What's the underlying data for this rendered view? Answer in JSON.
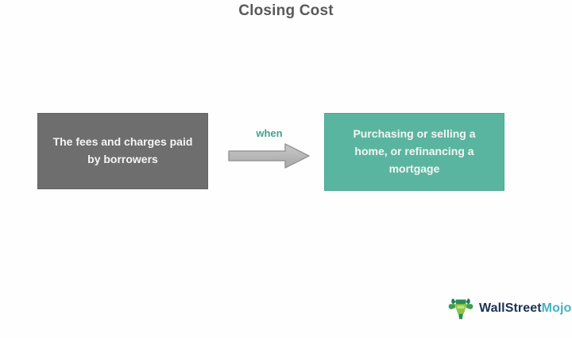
{
  "title": "Closing Cost",
  "diagram": {
    "left_box": {
      "text": "The fees and charges paid by borrowers",
      "fill": "#6e6e6e"
    },
    "connector": {
      "label": "when",
      "label_color": "#44a08e",
      "arrow_fill": "#b5b5b5"
    },
    "right_box": {
      "text": "Purchasing or selling a home, or refinancing a mortgage",
      "fill": "#5ab5a0"
    }
  },
  "footer": {
    "brand_first": "WallStreet",
    "brand_second": "Mojo",
    "brand_icon": "bull-mascot-icon"
  }
}
